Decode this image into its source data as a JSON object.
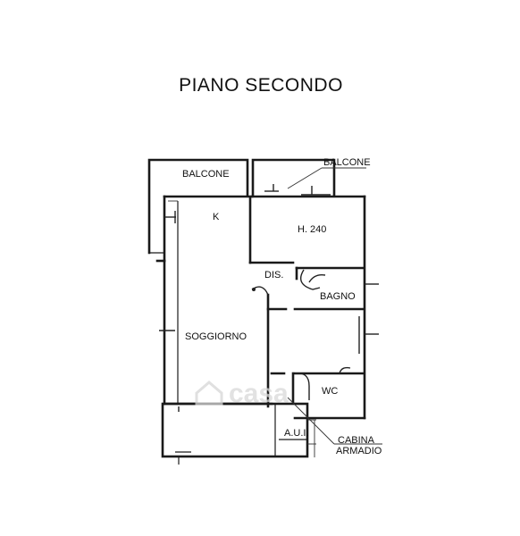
{
  "title": "PIANO SECONDO",
  "rooms": {
    "balcone_left": "BALCONE",
    "balcone_right": "BALCONE",
    "kitchen": "K",
    "height": "H. 240",
    "dis": "DIS.",
    "bagno": "BAGNO",
    "soggiorno": "SOGGIORNO",
    "wc": "WC",
    "aui": "A.U.I.",
    "cabina_line1": "CABINA",
    "cabina_line2": "ARMADIO"
  },
  "watermark": "casa"
}
